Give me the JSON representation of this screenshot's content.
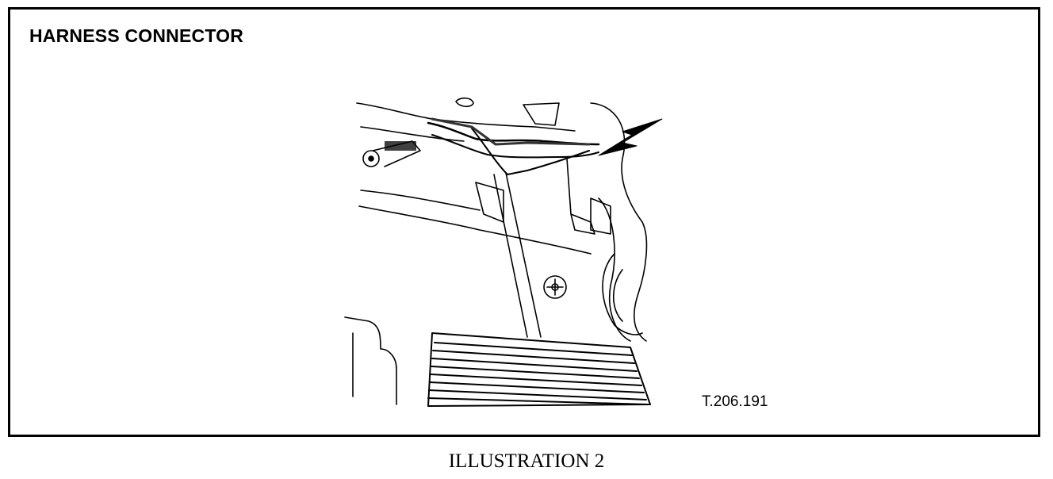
{
  "figure": {
    "title": "HARNESS CONNECTOR",
    "reference_code": "T.206.191",
    "caption": "ILLUSTRATION 2"
  },
  "drawing": {
    "subject": "brake pedal assembly with harness connector indicated by arrow"
  }
}
